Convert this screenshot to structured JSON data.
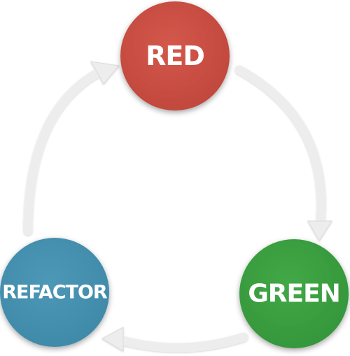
{
  "nodes": {
    "red": {
      "label": "RED",
      "color": "#c0473c",
      "highlight": "#d4574b"
    },
    "green": {
      "label": "GREEN",
      "color": "#34963a",
      "highlight": "#42a847"
    },
    "refactor": {
      "label": "REFACTOR",
      "color": "#3f89a8",
      "highlight": "#4d98b7"
    }
  },
  "arrows": {
    "color": "#ededed",
    "edge": "#dcdcdc"
  }
}
